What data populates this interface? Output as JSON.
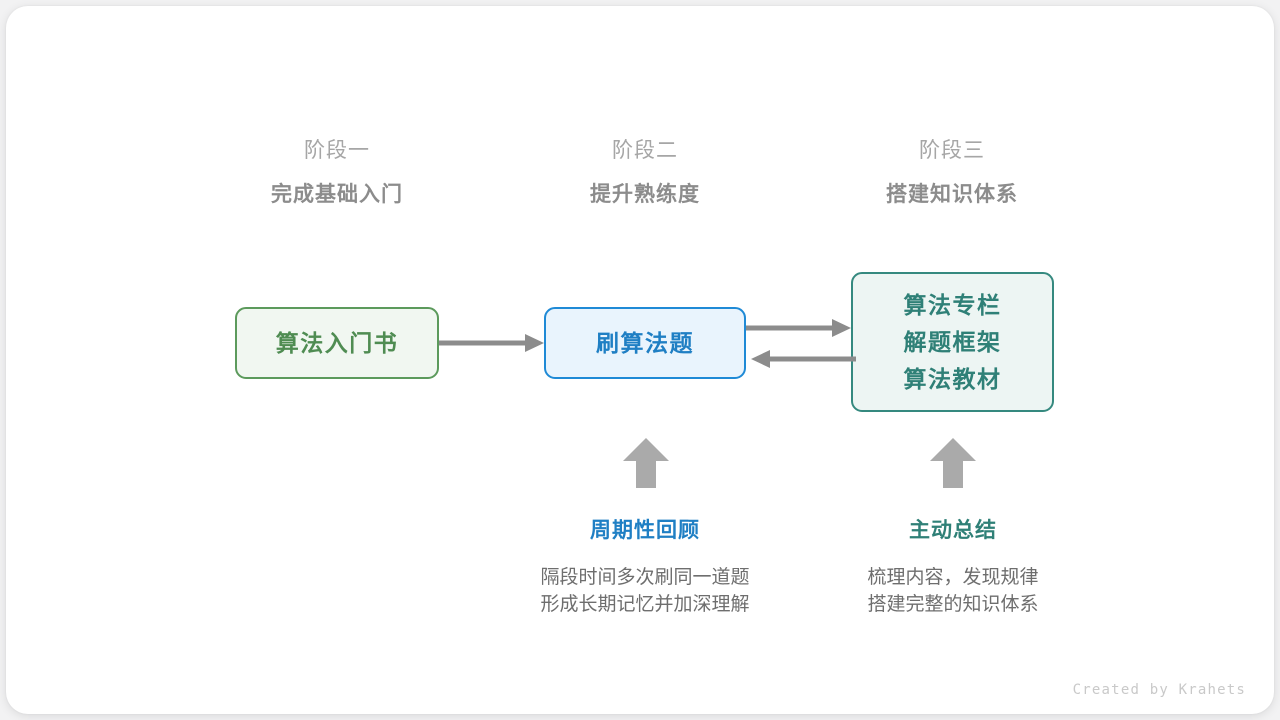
{
  "stages": [
    {
      "name": "阶段一",
      "goal": "完成基础入门"
    },
    {
      "name": "阶段二",
      "goal": "提升熟练度"
    },
    {
      "name": "阶段三",
      "goal": "搭建知识体系"
    }
  ],
  "boxes": {
    "book": {
      "lines": [
        "算法入门书"
      ],
      "color": "#4f8c52",
      "border": "#5c9a5c",
      "fill": "#f1f7f1"
    },
    "practice": {
      "lines": [
        "刷算法题"
      ],
      "color": "#1f7fc4",
      "border": "#1f8ad6",
      "fill": "#e9f4fd"
    },
    "knowledge": {
      "lines": [
        "算法专栏",
        "解题框架",
        "算法教材"
      ],
      "color": "#2f8077",
      "border": "#35897f",
      "fill": "#edf5f3"
    }
  },
  "notes": [
    {
      "title": "周期性回顾",
      "desc_line1": "隔段时间多次刷同一道题",
      "desc_line2": "形成长期记忆并加深理解",
      "color": "#1f7fc4"
    },
    {
      "title": "主动总结",
      "desc_line1": "梳理内容，发现规律",
      "desc_line2": "搭建完整的知识体系",
      "color": "#2f8077"
    }
  ],
  "arrows": {
    "color": "#8c8c8c",
    "book_to_practice": "arrow-right",
    "practice_to_knowledge": "arrow-right",
    "knowledge_to_practice": "arrow-left",
    "review_up": "arrow-up",
    "summary_up": "arrow-up"
  },
  "credit": "Created by Krahets"
}
